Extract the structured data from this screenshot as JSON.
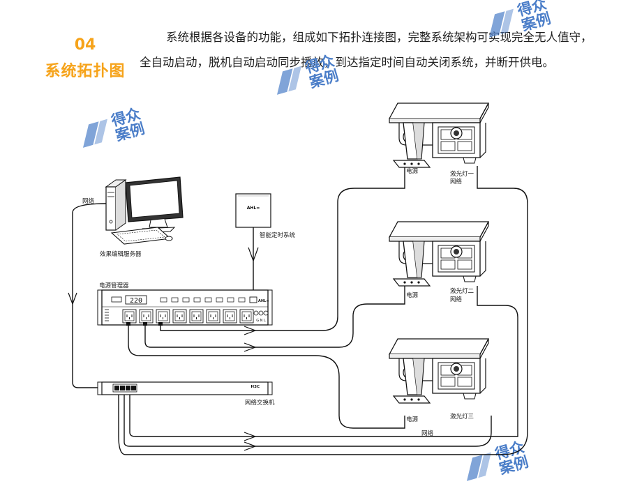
{
  "header": {
    "section_number": "04",
    "section_title": "系统拓扑图",
    "intro_text": "系统根据各设备的功能，组成如下拓扑连接图，完整系统架构可实现完全无人值守，全自动启动，脱机自动启动同步播放，到达指定时间自动关闭系统，并断开供电。"
  },
  "watermark": {
    "line1": "得众",
    "line2": "案例",
    "color": "#4a7dc8"
  },
  "devices": {
    "server_label": "效果编辑服务器",
    "timer_label": "智能定时系统",
    "timer_brand": "AHL∞",
    "power_manager_label": "电源管理器",
    "power_display": "220",
    "power_brand": "AHL∞",
    "power_terminals": "G N L",
    "switch_label": "网络交换机",
    "switch_brand": "H3C",
    "lights": [
      {
        "name": "激光灯一",
        "power": "电源",
        "network": "网络"
      },
      {
        "name": "激光灯二",
        "power": "电源",
        "network": "网络"
      },
      {
        "name": "激光灯三",
        "power": "电源",
        "network": "网络"
      }
    ]
  },
  "links": {
    "server_network_label": "网络",
    "bottom_network_label": "网络"
  },
  "colors": {
    "accent": "#f6a31a",
    "line": "#111111"
  }
}
